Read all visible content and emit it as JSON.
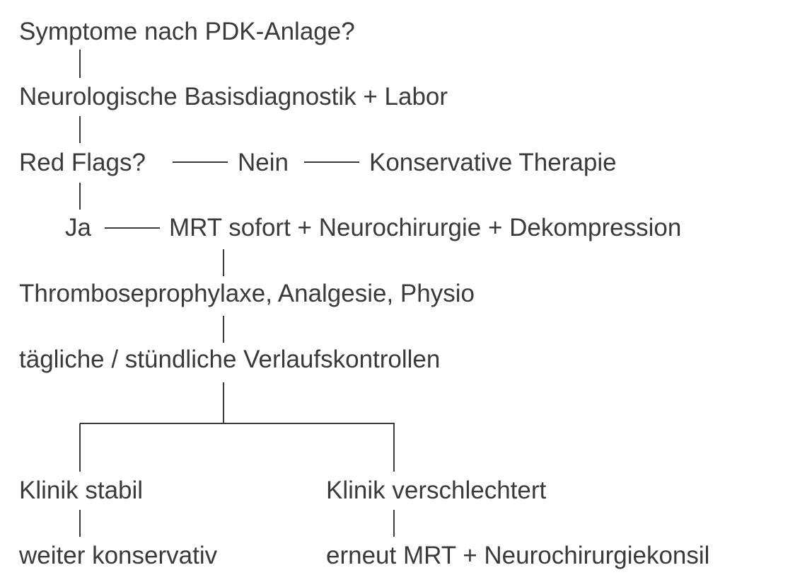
{
  "nodes": {
    "symptome": "Symptome nach PDK-Anlage?",
    "basisdiagnostik": "Neurologische Basisdiagnostik + Labor",
    "red_flags": "Red Flags?",
    "nein": "Nein",
    "konservativ": "Konservative Therapie",
    "ja": "Ja",
    "mrt_sofort": "MRT sofort + Neurochirurgie + Dekompression",
    "prophylaxe": "Thromboseprophylaxe, Analgesie, Physio",
    "verlaufskontrollen": "tägliche / stündliche Verlaufskontrollen",
    "klinik_stabil": "Klinik stabil",
    "klinik_verschlechtert": "Klinik verschlechtert",
    "weiter_konservativ": "weiter konservativ",
    "erneut_mrt": "erneut MRT + Neurochirurgiekonsil"
  },
  "colors": {
    "text": "#3a3a3a",
    "background": "#ffffff"
  }
}
